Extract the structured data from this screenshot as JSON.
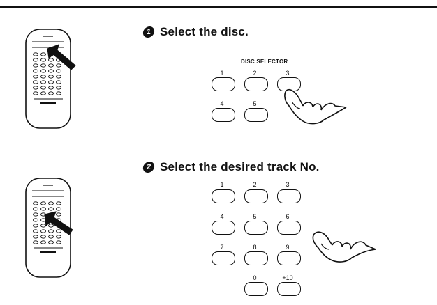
{
  "step1": {
    "number": "1",
    "text": "Select the disc."
  },
  "step2": {
    "number": "2",
    "text": "Select the desired track  No."
  },
  "disc_selector": {
    "title": "DISC SELECTOR",
    "keys": [
      "1",
      "2",
      "3",
      "4",
      "5"
    ]
  },
  "track_keys": [
    "1",
    "2",
    "3",
    "4",
    "5",
    "6",
    "7",
    "8",
    "9",
    "0",
    "+10"
  ]
}
